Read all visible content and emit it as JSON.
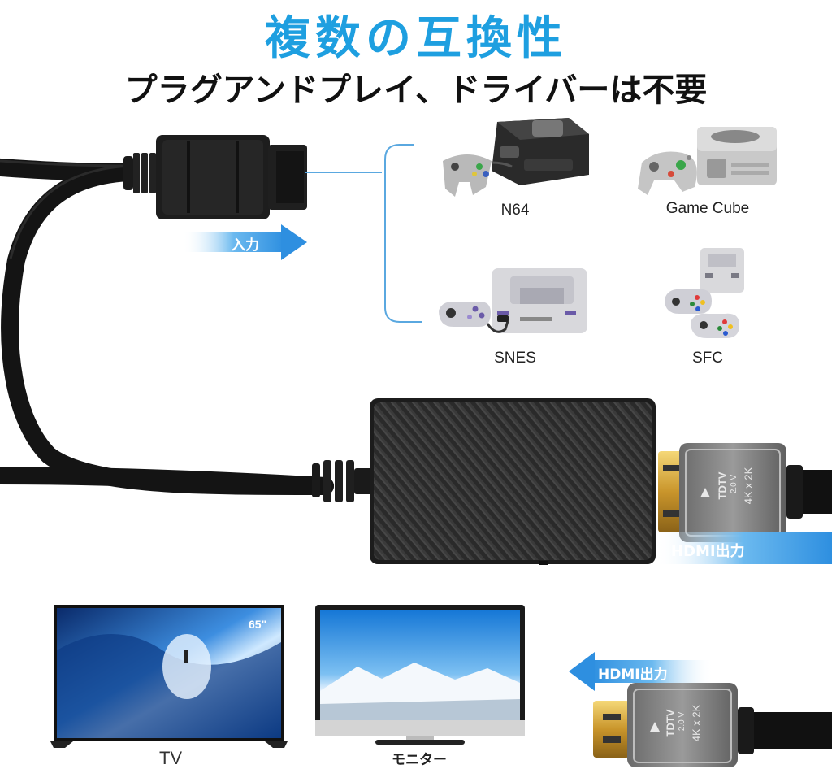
{
  "header": {
    "title": "複数の互換性",
    "subtitle": "プラグアンドプレイ、ドライバーは不要"
  },
  "input": {
    "label": "入力"
  },
  "consoles": [
    {
      "label": "N64"
    },
    {
      "label": "Game Cube"
    },
    {
      "label": "SNES"
    },
    {
      "label": "SFC"
    }
  ],
  "output": {
    "label_main": "HDMI出力",
    "label_bottom": "HDMI出力"
  },
  "hdmi_plug": {
    "brand": "TDTV",
    "version": "2.0 V",
    "resolution": "4K x 2K"
  },
  "displays": {
    "tv_label": "TV",
    "tv_badge": "65\"",
    "monitor_label": "モニター"
  },
  "colors": {
    "accent_blue": "#1e9fe0",
    "arrow_blue": "#2e8fe0",
    "cable_black": "#141414"
  },
  "icons": {
    "input_arrow": "arrow-right-icon",
    "output_arrow": "arrow-left-icon"
  }
}
